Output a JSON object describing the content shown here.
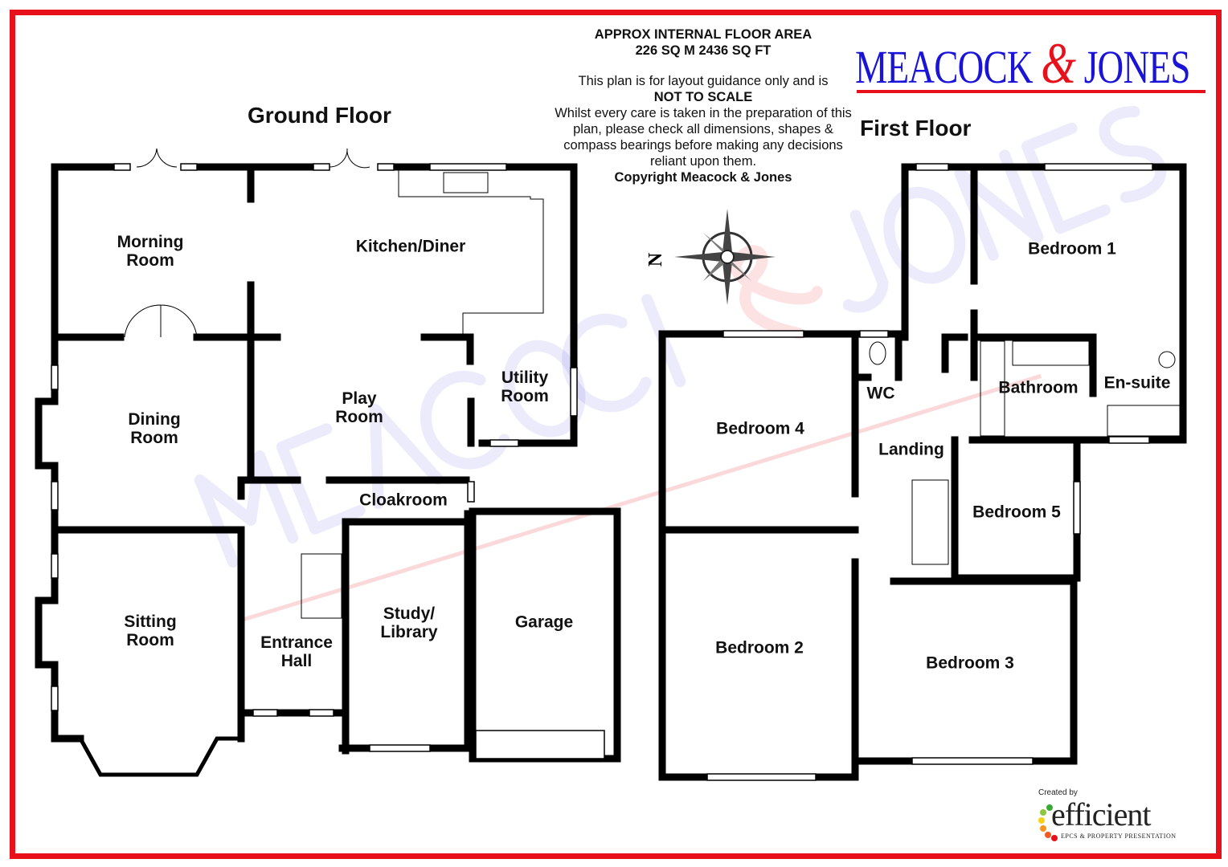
{
  "header": {
    "area_title": "APPROX INTERNAL FLOOR AREA",
    "area_value": "226 SQ M 2436 SQ FT",
    "disclaimer_line1": "This plan is for layout guidance only and is",
    "disclaimer_bold": "NOT TO SCALE",
    "disclaimer_body": "Whilst every care is taken in the preparation of this plan, please check all dimensions, shapes & compass bearings before making any decisions reliant upon them.",
    "copyright": "Copyright Meacock & Jones"
  },
  "brand": {
    "name_left": "MEACOCK ",
    "amp": "&",
    "name_right": " JONES",
    "primary": "#1a14d8",
    "accent": "#e8101a"
  },
  "watermark": "MEACOCK & JONES",
  "compass": {
    "label": "N"
  },
  "ground_floor": {
    "title": "Ground Floor",
    "rooms": [
      "Morning\nRoom",
      "Kitchen/Diner",
      "Dining\nRoom",
      "Play\nRoom",
      "Utility\nRoom",
      "Cloakroom",
      "Sitting\nRoom",
      "Entrance\nHall",
      "Study/\nLibrary",
      "Garage"
    ]
  },
  "first_floor": {
    "title": "First Floor",
    "rooms": [
      "Bedroom 1",
      "Bedroom 4",
      "WC",
      "Bathroom",
      "En-suite",
      "Landing",
      "Bedroom 5",
      "Bedroom 2",
      "Bedroom 3"
    ]
  },
  "credit": {
    "created_by": "Created by",
    "name": "efficient",
    "tagline": "EPCS & PROPERTY PRESENTATION"
  }
}
